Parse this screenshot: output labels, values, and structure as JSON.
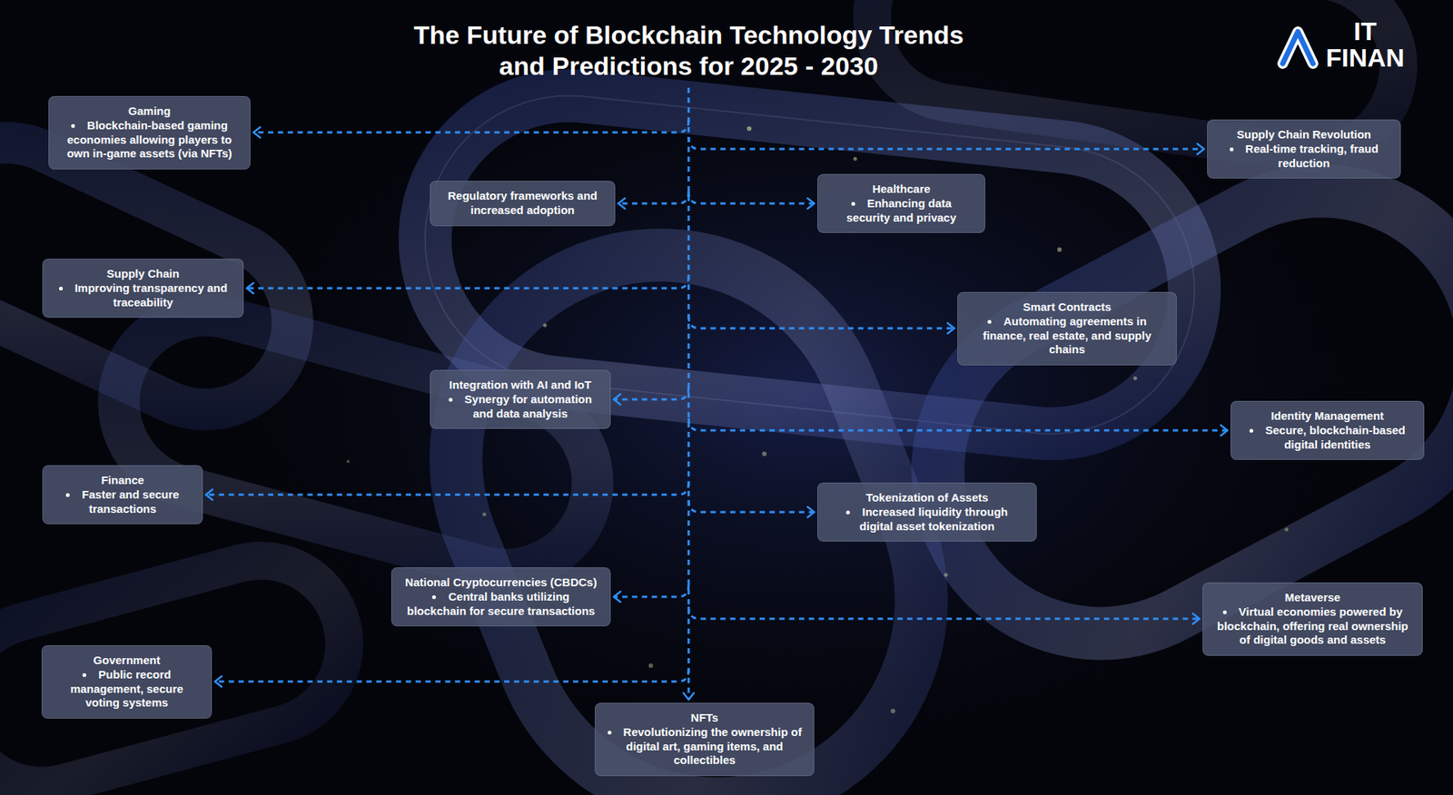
{
  "diagram": {
    "title": "The Future of Blockchain Technology Trends and Predictions for 2025 - 2030",
    "nodes": [
      {
        "text": [
          "Gaming",
          "Blockchain-based gaming economies allowing players to own in-game assets (via NFTs)"
        ]
      },
      {
        "text": [
          "Supply Chain Revolution",
          "Real-time tracking, fraud reduction"
        ]
      },
      {
        "text": [
          "Regulatory frameworks and increased adoption"
        ]
      },
      {
        "text": [
          "Healthcare",
          "Enhancing data security and privacy"
        ]
      },
      {
        "text": [
          "Supply Chain",
          "Improving transparency and traceability"
        ]
      },
      {
        "text": [
          "Smart Contracts",
          "Automating agreements in finance, real estate, and supply chains"
        ]
      },
      {
        "text": [
          "Integration with AI and IoT",
          "Synergy for automation and data analysis"
        ]
      },
      {
        "text": [
          "Identity Management",
          "Secure, blockchain-based digital identities"
        ]
      },
      {
        "text": [
          "Finance",
          "Faster and secure transactions"
        ]
      },
      {
        "text": [
          "Tokenization of Assets",
          "Increased liquidity through digital asset tokenization"
        ]
      },
      {
        "text": [
          "National Cryptocurrencies (CBDCs)",
          "Central banks utilizing blockchain for secure transactions"
        ]
      },
      {
        "text": [
          "Metaverse",
          "Virtual economies powered by blockchain, offering real ownership of digital goods and assets"
        ]
      },
      {
        "text": [
          "Government",
          "Public record management, secure voting systems"
        ]
      },
      {
        "text": [
          "NFTs",
          "Revolutionizing the ownership of digital art, gaming items, and collectibles"
        ]
      }
    ],
    "labels": [
      "IT FINAN"
    ]
  }
}
